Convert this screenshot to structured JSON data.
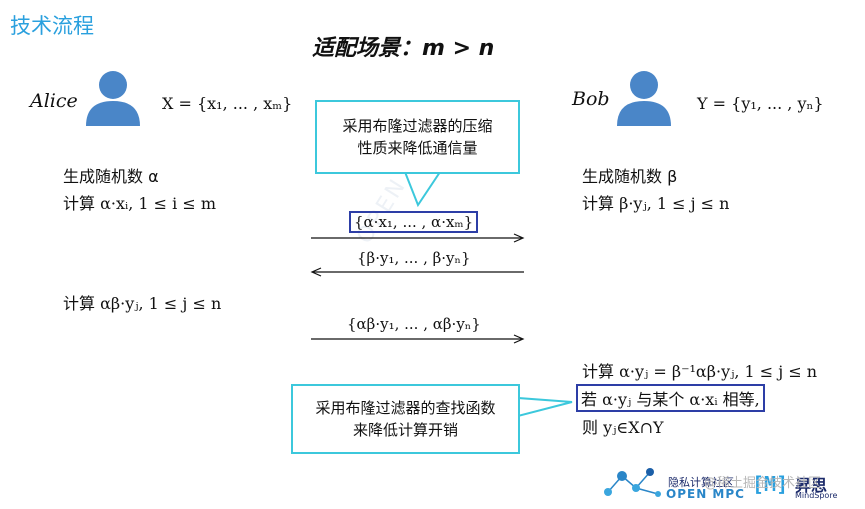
{
  "slide": {
    "title": "技术流程",
    "heading": "适配场景：m > n"
  },
  "alice": {
    "name": "Alice",
    "set": "X = {x₁, ... , xₘ}",
    "line1": "生成随机数 α",
    "line2": "计算 α·xᵢ, 1 ≤ i ≤ m",
    "line3": "计算 αβ·yⱼ, 1 ≤ j ≤ n"
  },
  "bob": {
    "name": "Bob",
    "set": "Y = {y₁, ... , yₙ}",
    "line1": "生成随机数 β",
    "line2": "计算 β·yⱼ, 1 ≤ j ≤ n",
    "line3": "计算 α·yⱼ = β⁻¹αβ·yⱼ, 1 ≤ j ≤ n",
    "line4": "若 α·yⱼ 与某个 α·xᵢ 相等,",
    "line5": "则 yⱼ∈X∩Y"
  },
  "messages": {
    "m1": "{α·x₁, ... , α·xₘ}",
    "m2": "{β·y₁, ... , β·yₙ}",
    "m3": "{αβ·y₁, ... , αβ·yₙ}"
  },
  "callouts": {
    "top_line1": "采用布隆过滤器的压缩",
    "top_line2": "性质来降低通信量",
    "bottom_line1": "采用布隆过滤器的查找函数",
    "bottom_line2": "来降低计算开销"
  },
  "logos": {
    "openmpc_cn": "隐私计算社区",
    "openmpc_en": "OPEN MPC",
    "ms_bracket": "[M]",
    "ms_cn": "昇思",
    "ms_en": "MindSpore",
    "watermark": "@稀土掘金技术社区"
  },
  "colors": {
    "title": "#2aa0de",
    "avatar": "#4a86c8",
    "callout_border": "#3cc8dc",
    "box_border": "#2d3ea6"
  }
}
